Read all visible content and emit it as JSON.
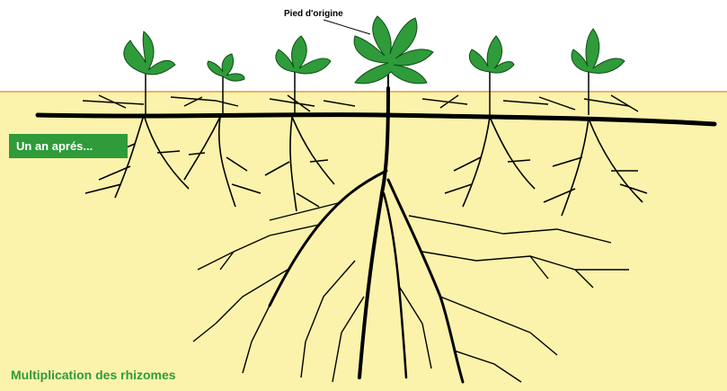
{
  "diagram": {
    "origin_label": "Pied d'origine",
    "year_label": "Un an aprés...",
    "caption": "Multiplication des rhizomes"
  },
  "colors": {
    "soil": "#fbf3ab",
    "soil_line": "#e8b45a",
    "leaf": "#2f9b3a",
    "label_bg": "#2f9b3a",
    "root": "#000000"
  },
  "icons": [
    "plant-icon",
    "rhizome-line",
    "root-system"
  ]
}
